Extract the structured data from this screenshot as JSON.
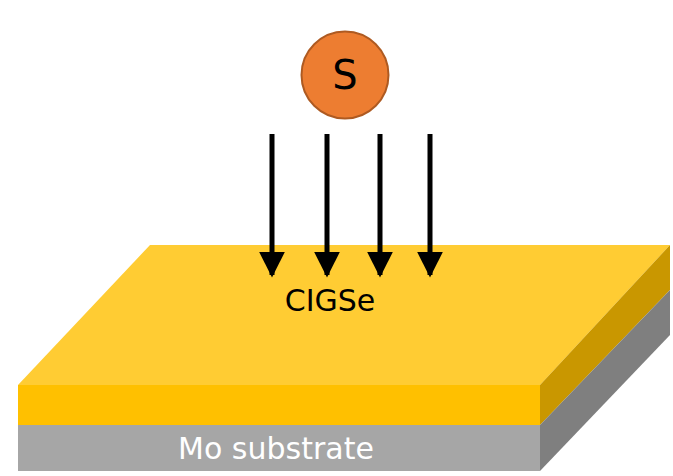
{
  "diagram": {
    "nodes": [
      {
        "text": [
          "S"
        ]
      },
      {
        "text": [
          "CIGSe"
        ]
      },
      {
        "text": [
          "Mo substrate"
        ]
      }
    ],
    "edges": [
      {
        "from": 0,
        "to": 1,
        "arrow": "to"
      },
      {
        "from": 0,
        "to": 1,
        "arrow": "to"
      },
      {
        "from": 0,
        "to": 1,
        "arrow": "to"
      },
      {
        "from": 0,
        "to": 1,
        "arrow": "to"
      }
    ]
  }
}
